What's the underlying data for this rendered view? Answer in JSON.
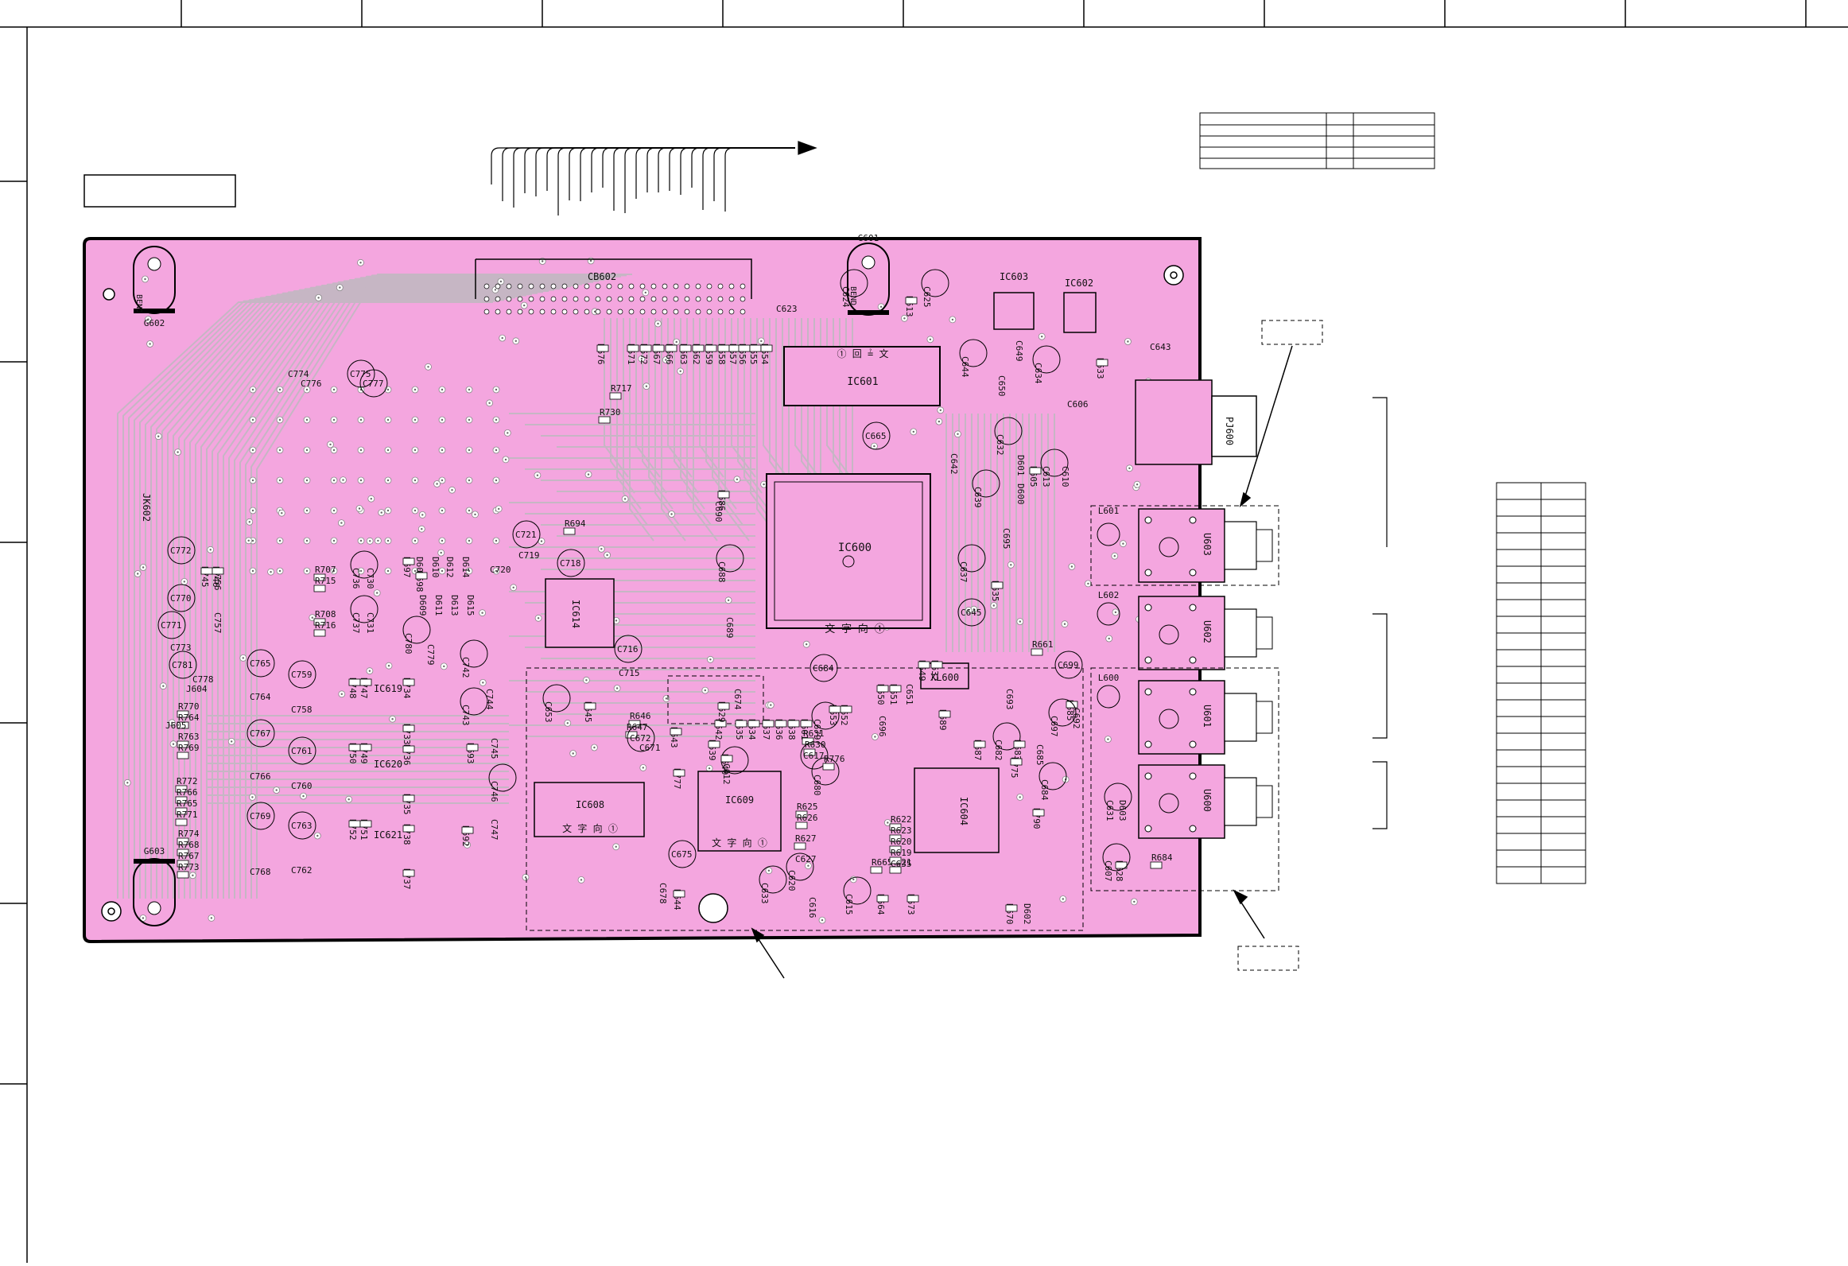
{
  "title_box": "",
  "board": {
    "fill": "#f4a6df",
    "outline": "#000000",
    "trace": "#c9c0c8",
    "pad": "#ffffff"
  },
  "labels": {
    "g601": "G601",
    "g602": "G602",
    "g603": "G603",
    "cb602": "CB602",
    "ic600": "IC600",
    "ic601": "IC601",
    "ic602": "IC602",
    "ic603": "IC603",
    "ic604": "IC604",
    "ic608": "IC608",
    "ic609": "IC609",
    "ic614": "IC614",
    "ic619": "IC619",
    "ic620": "IC620",
    "ic621": "IC621",
    "xl600": "XL600",
    "pj600": "PJ600",
    "jk602": "JK602",
    "j604": "J604",
    "j605": "J605",
    "u600": "U600",
    "u601": "U601",
    "u602": "U602",
    "u603": "U603",
    "l600": "L600",
    "l601": "L601",
    "l602": "L602",
    "bend1": "BEND",
    "bend2": "BEND"
  },
  "designators": [
    {
      "t": "R676"
    },
    {
      "t": "R671"
    },
    {
      "t": "R672"
    },
    {
      "t": "R667"
    },
    {
      "t": "R666"
    },
    {
      "t": "R663"
    },
    {
      "t": "R662"
    },
    {
      "t": "R659"
    },
    {
      "t": "R658"
    },
    {
      "t": "R657"
    },
    {
      "t": "R656"
    },
    {
      "t": "R655"
    },
    {
      "t": "R654"
    },
    {
      "t": "R717"
    },
    {
      "t": "R730"
    },
    {
      "t": "C774"
    },
    {
      "t": "C775"
    },
    {
      "t": "C776"
    },
    {
      "t": "C777"
    },
    {
      "t": "C623"
    },
    {
      "t": "C624"
    },
    {
      "t": "R613"
    },
    {
      "t": "C625"
    },
    {
      "t": "C649"
    },
    {
      "t": "R633"
    },
    {
      "t": "C643"
    },
    {
      "t": "C644"
    },
    {
      "t": "C650"
    },
    {
      "t": "C634"
    },
    {
      "t": "C606"
    },
    {
      "t": "C665"
    },
    {
      "t": "C642"
    },
    {
      "t": "C632"
    },
    {
      "t": "D601"
    },
    {
      "t": "D600"
    },
    {
      "t": "R605"
    },
    {
      "t": "C613"
    },
    {
      "t": "C610"
    },
    {
      "t": "C639"
    },
    {
      "t": "C695"
    },
    {
      "t": "C637"
    },
    {
      "t": "R635"
    },
    {
      "t": "C645"
    },
    {
      "t": "R694"
    },
    {
      "t": "C721"
    },
    {
      "t": "C719"
    },
    {
      "t": "C718"
    },
    {
      "t": "C720"
    },
    {
      "t": "R686"
    },
    {
      "t": "C690"
    },
    {
      "t": "C688"
    },
    {
      "t": "C689"
    },
    {
      "t": "D614"
    },
    {
      "t": "D615"
    },
    {
      "t": "D612"
    },
    {
      "t": "D613"
    },
    {
      "t": "D610"
    },
    {
      "t": "D611"
    },
    {
      "t": "D608"
    },
    {
      "t": "D609"
    },
    {
      "t": "R697"
    },
    {
      "t": "R698"
    },
    {
      "t": "R707"
    },
    {
      "t": "R715"
    },
    {
      "t": "R708"
    },
    {
      "t": "R716"
    },
    {
      "t": "C736"
    },
    {
      "t": "C730"
    },
    {
      "t": "C737"
    },
    {
      "t": "C731"
    },
    {
      "t": "C772"
    },
    {
      "t": "C756"
    },
    {
      "t": "C770"
    },
    {
      "t": "C757"
    },
    {
      "t": "C771"
    },
    {
      "t": "C773"
    },
    {
      "t": "C781"
    },
    {
      "t": "C778"
    },
    {
      "t": "R745"
    },
    {
      "t": "R746"
    },
    {
      "t": "R770"
    },
    {
      "t": "R764"
    },
    {
      "t": "R763"
    },
    {
      "t": "R769"
    },
    {
      "t": "R772"
    },
    {
      "t": "R766"
    },
    {
      "t": "R765"
    },
    {
      "t": "R771"
    },
    {
      "t": "R774"
    },
    {
      "t": "R768"
    },
    {
      "t": "R767"
    },
    {
      "t": "R773"
    },
    {
      "t": "C765"
    },
    {
      "t": "C764"
    },
    {
      "t": "C767"
    },
    {
      "t": "C766"
    },
    {
      "t": "C769"
    },
    {
      "t": "C768"
    },
    {
      "t": "C759"
    },
    {
      "t": "C758"
    },
    {
      "t": "C761"
    },
    {
      "t": "C760"
    },
    {
      "t": "C763"
    },
    {
      "t": "C762"
    },
    {
      "t": "R748"
    },
    {
      "t": "R747"
    },
    {
      "t": "R750"
    },
    {
      "t": "R749"
    },
    {
      "t": "R752"
    },
    {
      "t": "R751"
    },
    {
      "t": "R734"
    },
    {
      "t": "R733"
    },
    {
      "t": "R736"
    },
    {
      "t": "R735"
    },
    {
      "t": "R738"
    },
    {
      "t": "R737"
    },
    {
      "t": "C780"
    },
    {
      "t": "C779"
    },
    {
      "t": "C742"
    },
    {
      "t": "C744"
    },
    {
      "t": "C743"
    },
    {
      "t": "C745"
    },
    {
      "t": "C746"
    },
    {
      "t": "C747"
    },
    {
      "t": "R692"
    },
    {
      "t": "R693"
    },
    {
      "t": "C716"
    },
    {
      "t": "C715"
    },
    {
      "t": "C653"
    },
    {
      "t": "R645"
    },
    {
      "t": "R646"
    },
    {
      "t": "R647"
    },
    {
      "t": "C672"
    },
    {
      "t": "C671"
    },
    {
      "t": "C675"
    },
    {
      "t": "R777"
    },
    {
      "t": "C612"
    },
    {
      "t": "C678"
    },
    {
      "t": "R644"
    },
    {
      "t": "R643"
    },
    {
      "t": "R640"
    },
    {
      "t": "R639"
    },
    {
      "t": "R642"
    },
    {
      "t": "R629"
    },
    {
      "t": "R634"
    },
    {
      "t": "R635"
    },
    {
      "t": "R637"
    },
    {
      "t": "R636"
    },
    {
      "t": "R638"
    },
    {
      "t": "R601"
    },
    {
      "t": "C679"
    },
    {
      "t": "C674"
    },
    {
      "t": "C684"
    },
    {
      "t": "R653"
    },
    {
      "t": "R652"
    },
    {
      "t": "R650"
    },
    {
      "t": "R651"
    },
    {
      "t": "C651"
    },
    {
      "t": "R649"
    },
    {
      "t": "R632"
    },
    {
      "t": "R631"
    },
    {
      "t": "R630"
    },
    {
      "t": "C617"
    },
    {
      "t": "R776"
    },
    {
      "t": "C680"
    },
    {
      "t": "C696"
    },
    {
      "t": "R689"
    },
    {
      "t": "R687"
    },
    {
      "t": "C682"
    },
    {
      "t": "R683"
    },
    {
      "t": "R775"
    },
    {
      "t": "R661"
    },
    {
      "t": "C699"
    },
    {
      "t": "C693"
    },
    {
      "t": "R685"
    },
    {
      "t": "C692"
    },
    {
      "t": "C697"
    },
    {
      "t": "C685"
    },
    {
      "t": "C684"
    },
    {
      "t": "R790"
    },
    {
      "t": "R625"
    },
    {
      "t": "R626"
    },
    {
      "t": "R627"
    },
    {
      "t": "C627"
    },
    {
      "t": "C620"
    },
    {
      "t": "R665"
    },
    {
      "t": "R621"
    },
    {
      "t": "R622"
    },
    {
      "t": "R623"
    },
    {
      "t": "R620"
    },
    {
      "t": "R619"
    },
    {
      "t": "C635"
    },
    {
      "t": "C633"
    },
    {
      "t": "C616"
    },
    {
      "t": "C615"
    },
    {
      "t": "R664"
    },
    {
      "t": "R673"
    },
    {
      "t": "R670"
    },
    {
      "t": "D602"
    },
    {
      "t": "D603"
    },
    {
      "t": "C631"
    },
    {
      "t": "R628"
    },
    {
      "t": "C607"
    },
    {
      "t": "R684"
    }
  ]
}
